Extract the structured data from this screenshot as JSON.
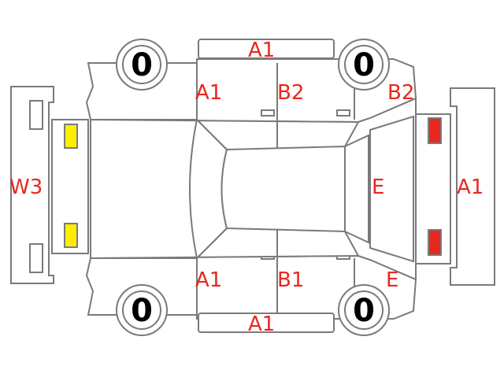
{
  "colors": {
    "damage_text": "#e8281e",
    "outline": "#7a7a7a",
    "front_lamp": "#ffee00",
    "rear_lamp": "#e8281e"
  },
  "tires": {
    "front_left": "0",
    "rear_left": "0",
    "front_right": "0",
    "rear_right": "0"
  },
  "codes": {
    "roof_strip_top": "A1",
    "front_door_top": "A1",
    "rear_door_top": "B2",
    "rear_quarter_top": "B2",
    "front_bumper": "W3",
    "tailgate_glass": "E",
    "rear_bumper": "A1",
    "front_door_bottom": "A1",
    "rear_door_bottom": "B1",
    "rear_quarter_bottom": "E",
    "roof_strip_bottom": "A1"
  }
}
